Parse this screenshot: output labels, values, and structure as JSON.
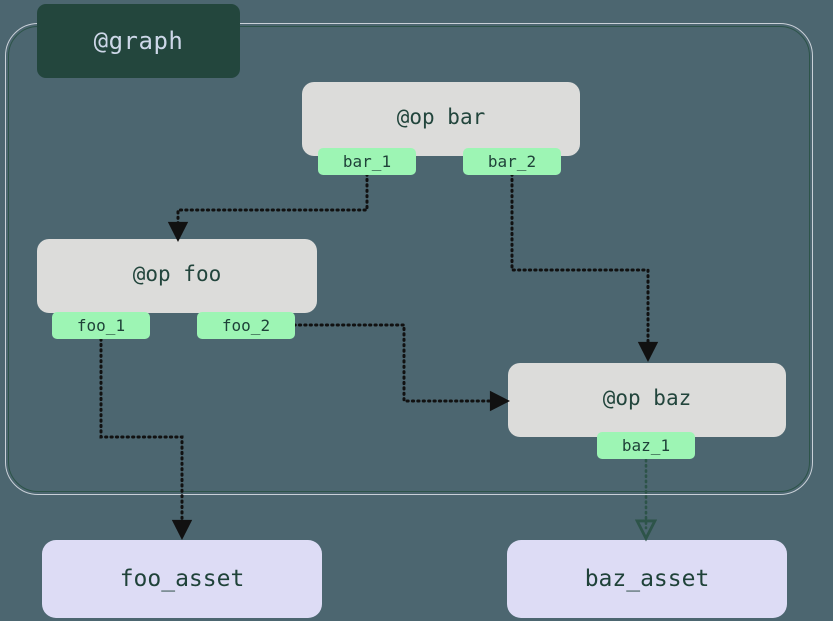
{
  "diagram": {
    "type": "dagster-op-graph",
    "background_color": "#4c6670",
    "container": {
      "label": "@graph",
      "header_color": "#23463d",
      "header_text_color": "#cdd7e8",
      "border_color": "#2d5449"
    },
    "op_nodes": [
      {
        "id": "bar",
        "label": "@op bar",
        "color": "#dcdcda",
        "ports": [
          {
            "id": "bar_1",
            "label": "bar_1"
          },
          {
            "id": "bar_2",
            "label": "bar_2"
          }
        ]
      },
      {
        "id": "foo",
        "label": "@op foo",
        "color": "#dcdcda",
        "ports": [
          {
            "id": "foo_1",
            "label": "foo_1"
          },
          {
            "id": "foo_2",
            "label": "foo_2"
          }
        ]
      },
      {
        "id": "baz",
        "label": "@op baz",
        "color": "#dcdcda",
        "ports": [
          {
            "id": "baz_1",
            "label": "baz_1"
          }
        ]
      }
    ],
    "asset_nodes": [
      {
        "id": "foo_asset",
        "label": "foo_asset",
        "color": "#dddcf5"
      },
      {
        "id": "baz_asset",
        "label": "baz_asset",
        "color": "#dddcf5"
      }
    ],
    "edges": [
      {
        "from": "bar_1",
        "to": "foo",
        "style": "dotted",
        "color": "#111111"
      },
      {
        "from": "bar_2",
        "to": "baz",
        "style": "dotted",
        "color": "#111111"
      },
      {
        "from": "foo_2",
        "to": "baz",
        "style": "dotted",
        "color": "#111111"
      },
      {
        "from": "foo_1",
        "to": "foo_asset",
        "style": "dotted",
        "color": "#111111"
      },
      {
        "from": "baz_1",
        "to": "baz_asset",
        "style": "dotted",
        "color": "#2d5449"
      }
    ],
    "port_color": "#9df5b4",
    "port_text_color": "#1f4239"
  }
}
